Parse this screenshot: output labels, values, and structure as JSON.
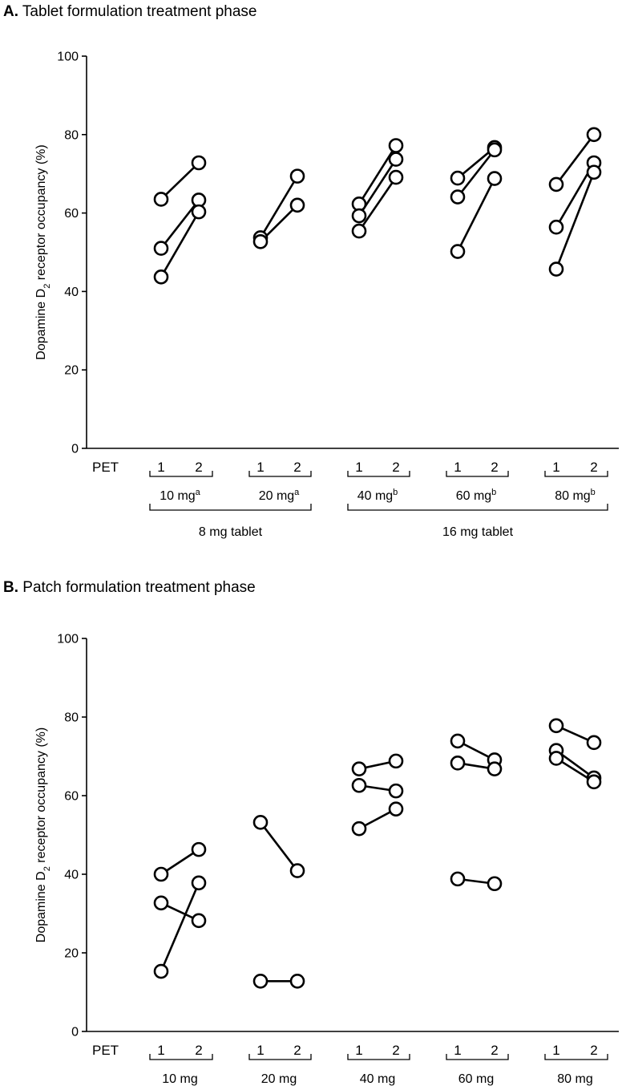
{
  "chart_data": [
    {
      "type": "scatter",
      "panel_letter": "A.",
      "title": "Tablet formulation treatment phase",
      "ylabel": "Dopamine D",
      "ylabel_sub": "2",
      "ylabel_rest": " receptor occupancy (%)",
      "ylim": [
        0,
        100
      ],
      "yticks": [
        "0",
        "20",
        "40",
        "60",
        "80",
        "100"
      ],
      "pet_label": "PET",
      "scan_labels": [
        "1",
        "2"
      ],
      "groups": [
        {
          "label": "10 mg",
          "sup": "a",
          "pairs": [
            [
              63.5,
              72.8
            ],
            [
              51,
              63.3
            ],
            [
              43.7,
              60.3
            ]
          ]
        },
        {
          "label": "20 mg",
          "sup": "a",
          "pairs": [
            [
              53.7,
              69.4
            ],
            [
              52.7,
              62
            ]
          ]
        },
        {
          "label": "40 mg",
          "sup": "b",
          "pairs": [
            [
              62.3,
              77.2
            ],
            [
              59.3,
              73.7
            ],
            [
              55.4,
              69.1
            ]
          ]
        },
        {
          "label": "60 mg",
          "sup": "b",
          "pairs": [
            [
              68.9,
              76.7
            ],
            [
              64.1,
              76.1
            ],
            [
              50.2,
              68.8
            ]
          ]
        },
        {
          "label": "80 mg",
          "sup": "b",
          "pairs": [
            [
              67.3,
              80
            ],
            [
              56.4,
              72.8
            ],
            [
              45.7,
              70.4
            ]
          ]
        }
      ],
      "formulations": [
        {
          "label": "8 mg tablet",
          "groups": [
            0,
            1
          ]
        },
        {
          "label": "16 mg tablet",
          "groups": [
            2,
            3,
            4
          ]
        }
      ]
    },
    {
      "type": "scatter",
      "panel_letter": "B.",
      "title": "Patch formulation treatment phase",
      "ylabel": "Dopamine D",
      "ylabel_sub": "2",
      "ylabel_rest": " receptor occupancy (%)",
      "ylim": [
        0,
        100
      ],
      "yticks": [
        "0",
        "20",
        "40",
        "60",
        "80",
        "100"
      ],
      "pet_label": "PET",
      "scan_labels": [
        "1",
        "2"
      ],
      "groups": [
        {
          "label": "10 mg",
          "sup": "",
          "pairs": [
            [
              40,
              46.3
            ],
            [
              32.7,
              28.2
            ],
            [
              15.3,
              37.8
            ]
          ]
        },
        {
          "label": "20 mg",
          "sup": "",
          "pairs": [
            [
              53.2,
              40.9
            ],
            [
              12.8,
              12.8
            ]
          ]
        },
        {
          "label": "40 mg",
          "sup": "",
          "pairs": [
            [
              66.8,
              68.8
            ],
            [
              62.6,
              61.2
            ],
            [
              51.6,
              56.6
            ]
          ]
        },
        {
          "label": "60 mg",
          "sup": "",
          "pairs": [
            [
              73.9,
              69.1
            ],
            [
              68.3,
              66.8
            ],
            [
              38.8,
              37.6
            ]
          ]
        },
        {
          "label": "80 mg",
          "sup": "",
          "pairs": [
            [
              77.8,
              73.5
            ],
            [
              71.5,
              64.5
            ],
            [
              69.5,
              63.5
            ]
          ]
        }
      ],
      "formulations": []
    }
  ]
}
